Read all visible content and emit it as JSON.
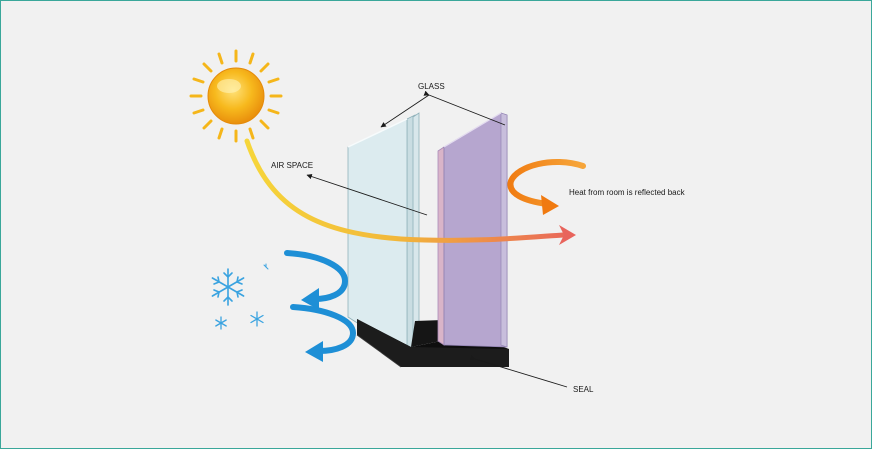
{
  "labels": {
    "glass": "GLASS",
    "air_space": "AIR SPACE",
    "heat_reflected": "Heat from room is reflected back",
    "seal": "SEAL"
  },
  "colors": {
    "background": "#f1f1f1",
    "frame_border": "#3aa79a",
    "glass_clear": "#dcebef",
    "glass_tinted": "#b6a6cf",
    "sun": "#f6b21b",
    "sun_ray": "#f4c430",
    "solar_arc_start": "#f6d23a",
    "solar_arc_end": "#ea6a5a",
    "heat_arrow": "#f08a1a",
    "cold_arrow": "#1e8fd6",
    "snowflake": "#3aa3e0",
    "seal": "#111111"
  },
  "icons": [
    "sun-icon",
    "snowflake-icon",
    "cold-air-arrow-icon",
    "heat-arrow-icon"
  ]
}
